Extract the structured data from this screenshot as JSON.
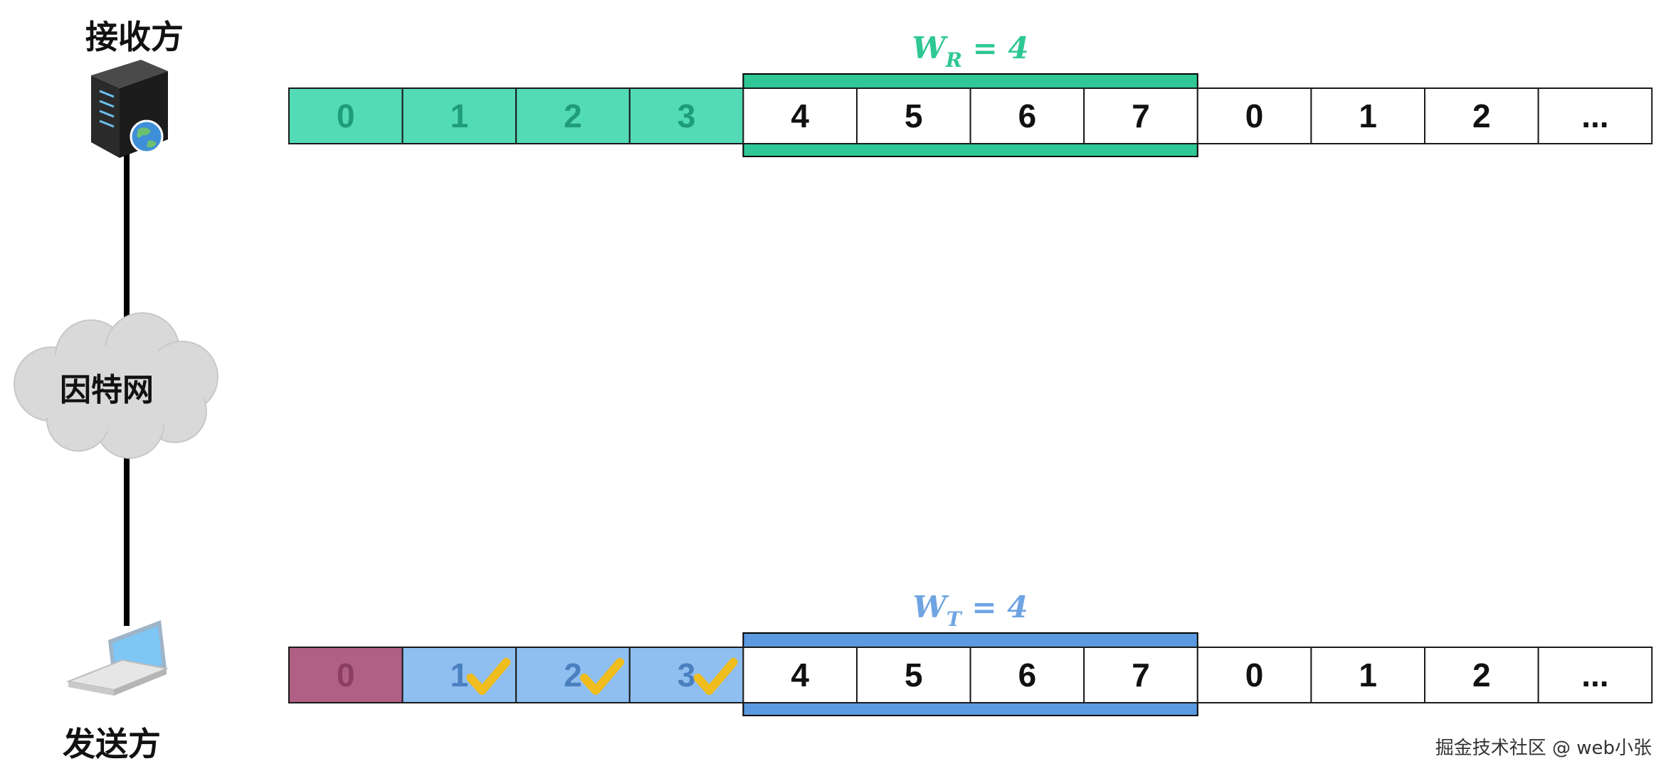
{
  "nodes": {
    "receiver_label": "接收方",
    "network_label": "因特网",
    "sender_label": "发送方"
  },
  "receiver_row": {
    "cells": [
      "0",
      "1",
      "2",
      "3",
      "4",
      "5",
      "6",
      "7",
      "0",
      "1",
      "2",
      "..."
    ],
    "states": [
      "received",
      "received",
      "received",
      "received",
      "window",
      "window",
      "window",
      "window",
      "idle",
      "idle",
      "idle",
      "idle"
    ],
    "window_label": {
      "base": "W",
      "sub": "R",
      "rest": " = 4"
    },
    "window_start": 4,
    "window_size": 4
  },
  "sender_row": {
    "cells": [
      "0",
      "1",
      "2",
      "3",
      "4",
      "5",
      "6",
      "7",
      "0",
      "1",
      "2",
      "..."
    ],
    "states": [
      "unacked",
      "acked",
      "acked",
      "acked",
      "window",
      "window",
      "window",
      "window",
      "idle",
      "idle",
      "idle",
      "idle"
    ],
    "checkmarks": [
      false,
      true,
      true,
      true,
      false,
      false,
      false,
      false,
      false,
      false,
      false,
      false
    ],
    "window_label": {
      "base": "W",
      "sub": "T",
      "rest": " = 4"
    },
    "window_start": 4,
    "window_size": 4
  },
  "colors": {
    "receiver_fill": "#52dbb4",
    "receiver_text": "#1f9c78",
    "receiver_window": "#2ec795",
    "receiver_label": "#2ec795",
    "sender_unacked_fill": "#b05f85",
    "sender_unacked_text": "#8a3e63",
    "sender_acked_fill": "#8fbef0",
    "sender_acked_text": "#4a80bf",
    "sender_window": "#5b9ae0",
    "sender_label": "#6fa4e2",
    "check": "#f0bd1e"
  },
  "watermark": "掘金技术社区 @ web小张"
}
